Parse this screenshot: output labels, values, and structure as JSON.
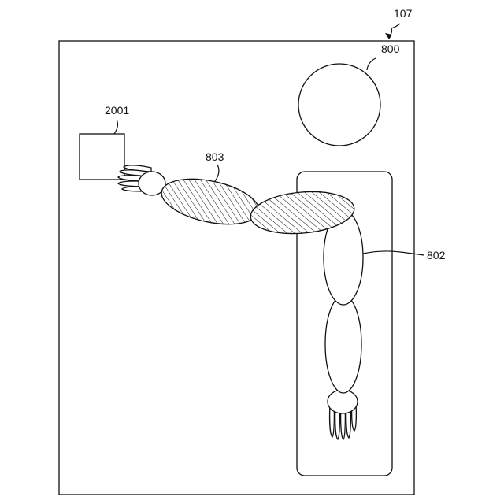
{
  "labels": {
    "device": "107",
    "head": "800",
    "object": "2001",
    "raised_arm": "803",
    "lowered_arm": "802"
  }
}
